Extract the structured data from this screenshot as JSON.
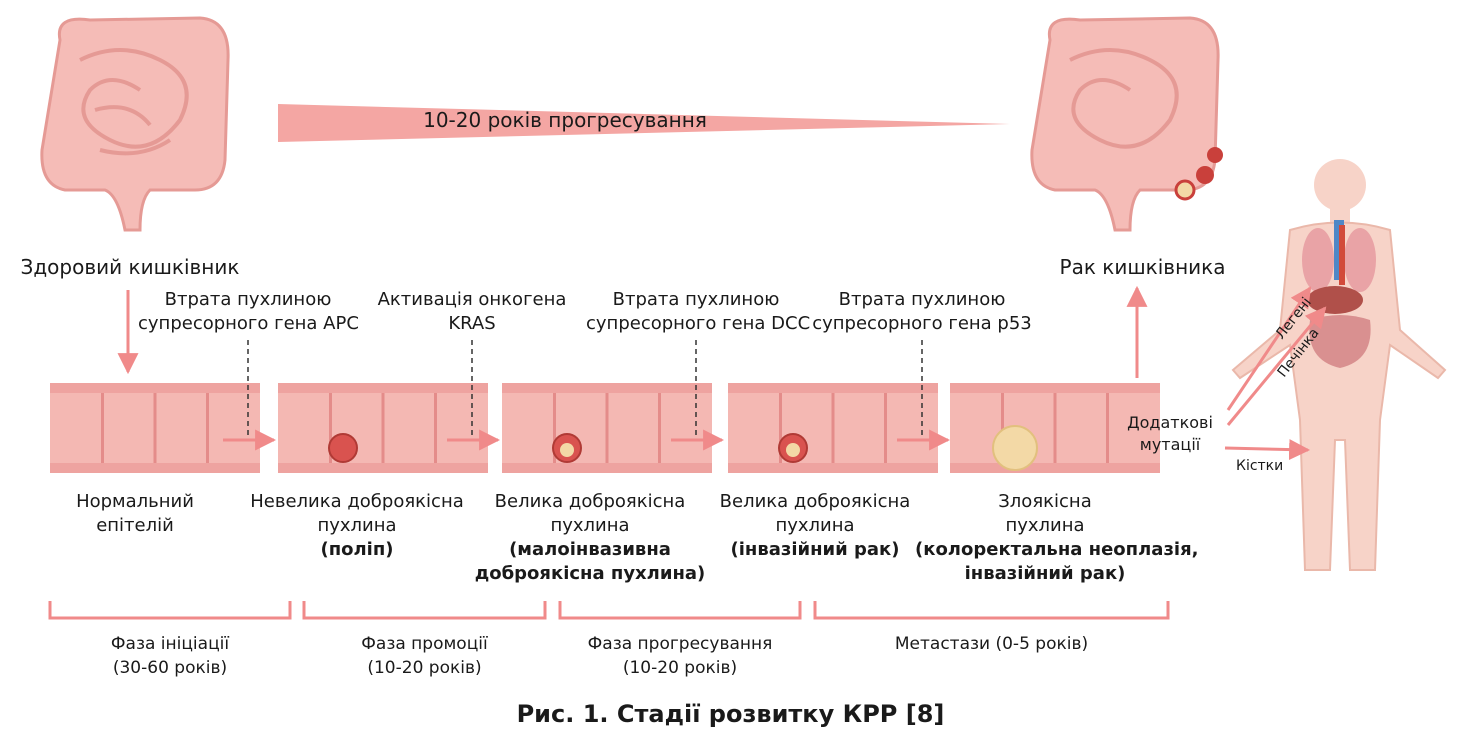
{
  "progression_label": "10-20 років прогресування",
  "healthy_label": "Здоровий кишківник",
  "cancer_label": "Рак кишківника",
  "mutations": [
    {
      "line1": "Втрата пухлиною",
      "line2": "супресорного гена APC"
    },
    {
      "line1": "Активація онкогена",
      "line2": "KRAS"
    },
    {
      "line1": "Втрата пухлиною",
      "line2": "супресорного гена DCC"
    },
    {
      "line1": "Втрата пухлиною",
      "line2": "супресорного гена p53"
    }
  ],
  "stages": [
    {
      "line1": "Нормальний",
      "line2": "епітелій",
      "bold1": "",
      "bold2": ""
    },
    {
      "line1": "Невелика доброякісна",
      "line2": "пухлина",
      "bold1": "(поліп)",
      "bold2": ""
    },
    {
      "line1": "Велика доброякісна",
      "line2": "пухлина",
      "bold1": "(малоінвазивна",
      "bold2": "доброякісна пухлина)"
    },
    {
      "line1": "Велика доброякісна",
      "line2": "пухлина",
      "bold1": "(інвазійний рак)",
      "bold2": ""
    },
    {
      "line1": "Злоякісна",
      "line2": "пухлина",
      "bold1": "(колоректальна неоплазія,",
      "bold2": "інвазійний рак)"
    }
  ],
  "additional_mutations": {
    "line1": "Додаткові",
    "line2": "мутації"
  },
  "organs": {
    "lungs": "Легені",
    "liver": "Печінка",
    "bones": "Кістки"
  },
  "phases": [
    {
      "name": "Фаза ініціації",
      "years": "(30-60 років)"
    },
    {
      "name": "Фаза промоції",
      "years": "(10-20 років)"
    },
    {
      "name": "Фаза прогресування",
      "years": "(10-20 років)"
    },
    {
      "name": "Метастази (0-5 років)",
      "years": ""
    }
  ],
  "caption": "Рис. 1. Стадії розвитку КРР [8]",
  "colors": {
    "accent": "#f08a8a",
    "colon": "#f4b3b0",
    "colon_dark": "#e48c8a",
    "tumor": "#d9534f",
    "malignant": "#f3d9a6"
  }
}
